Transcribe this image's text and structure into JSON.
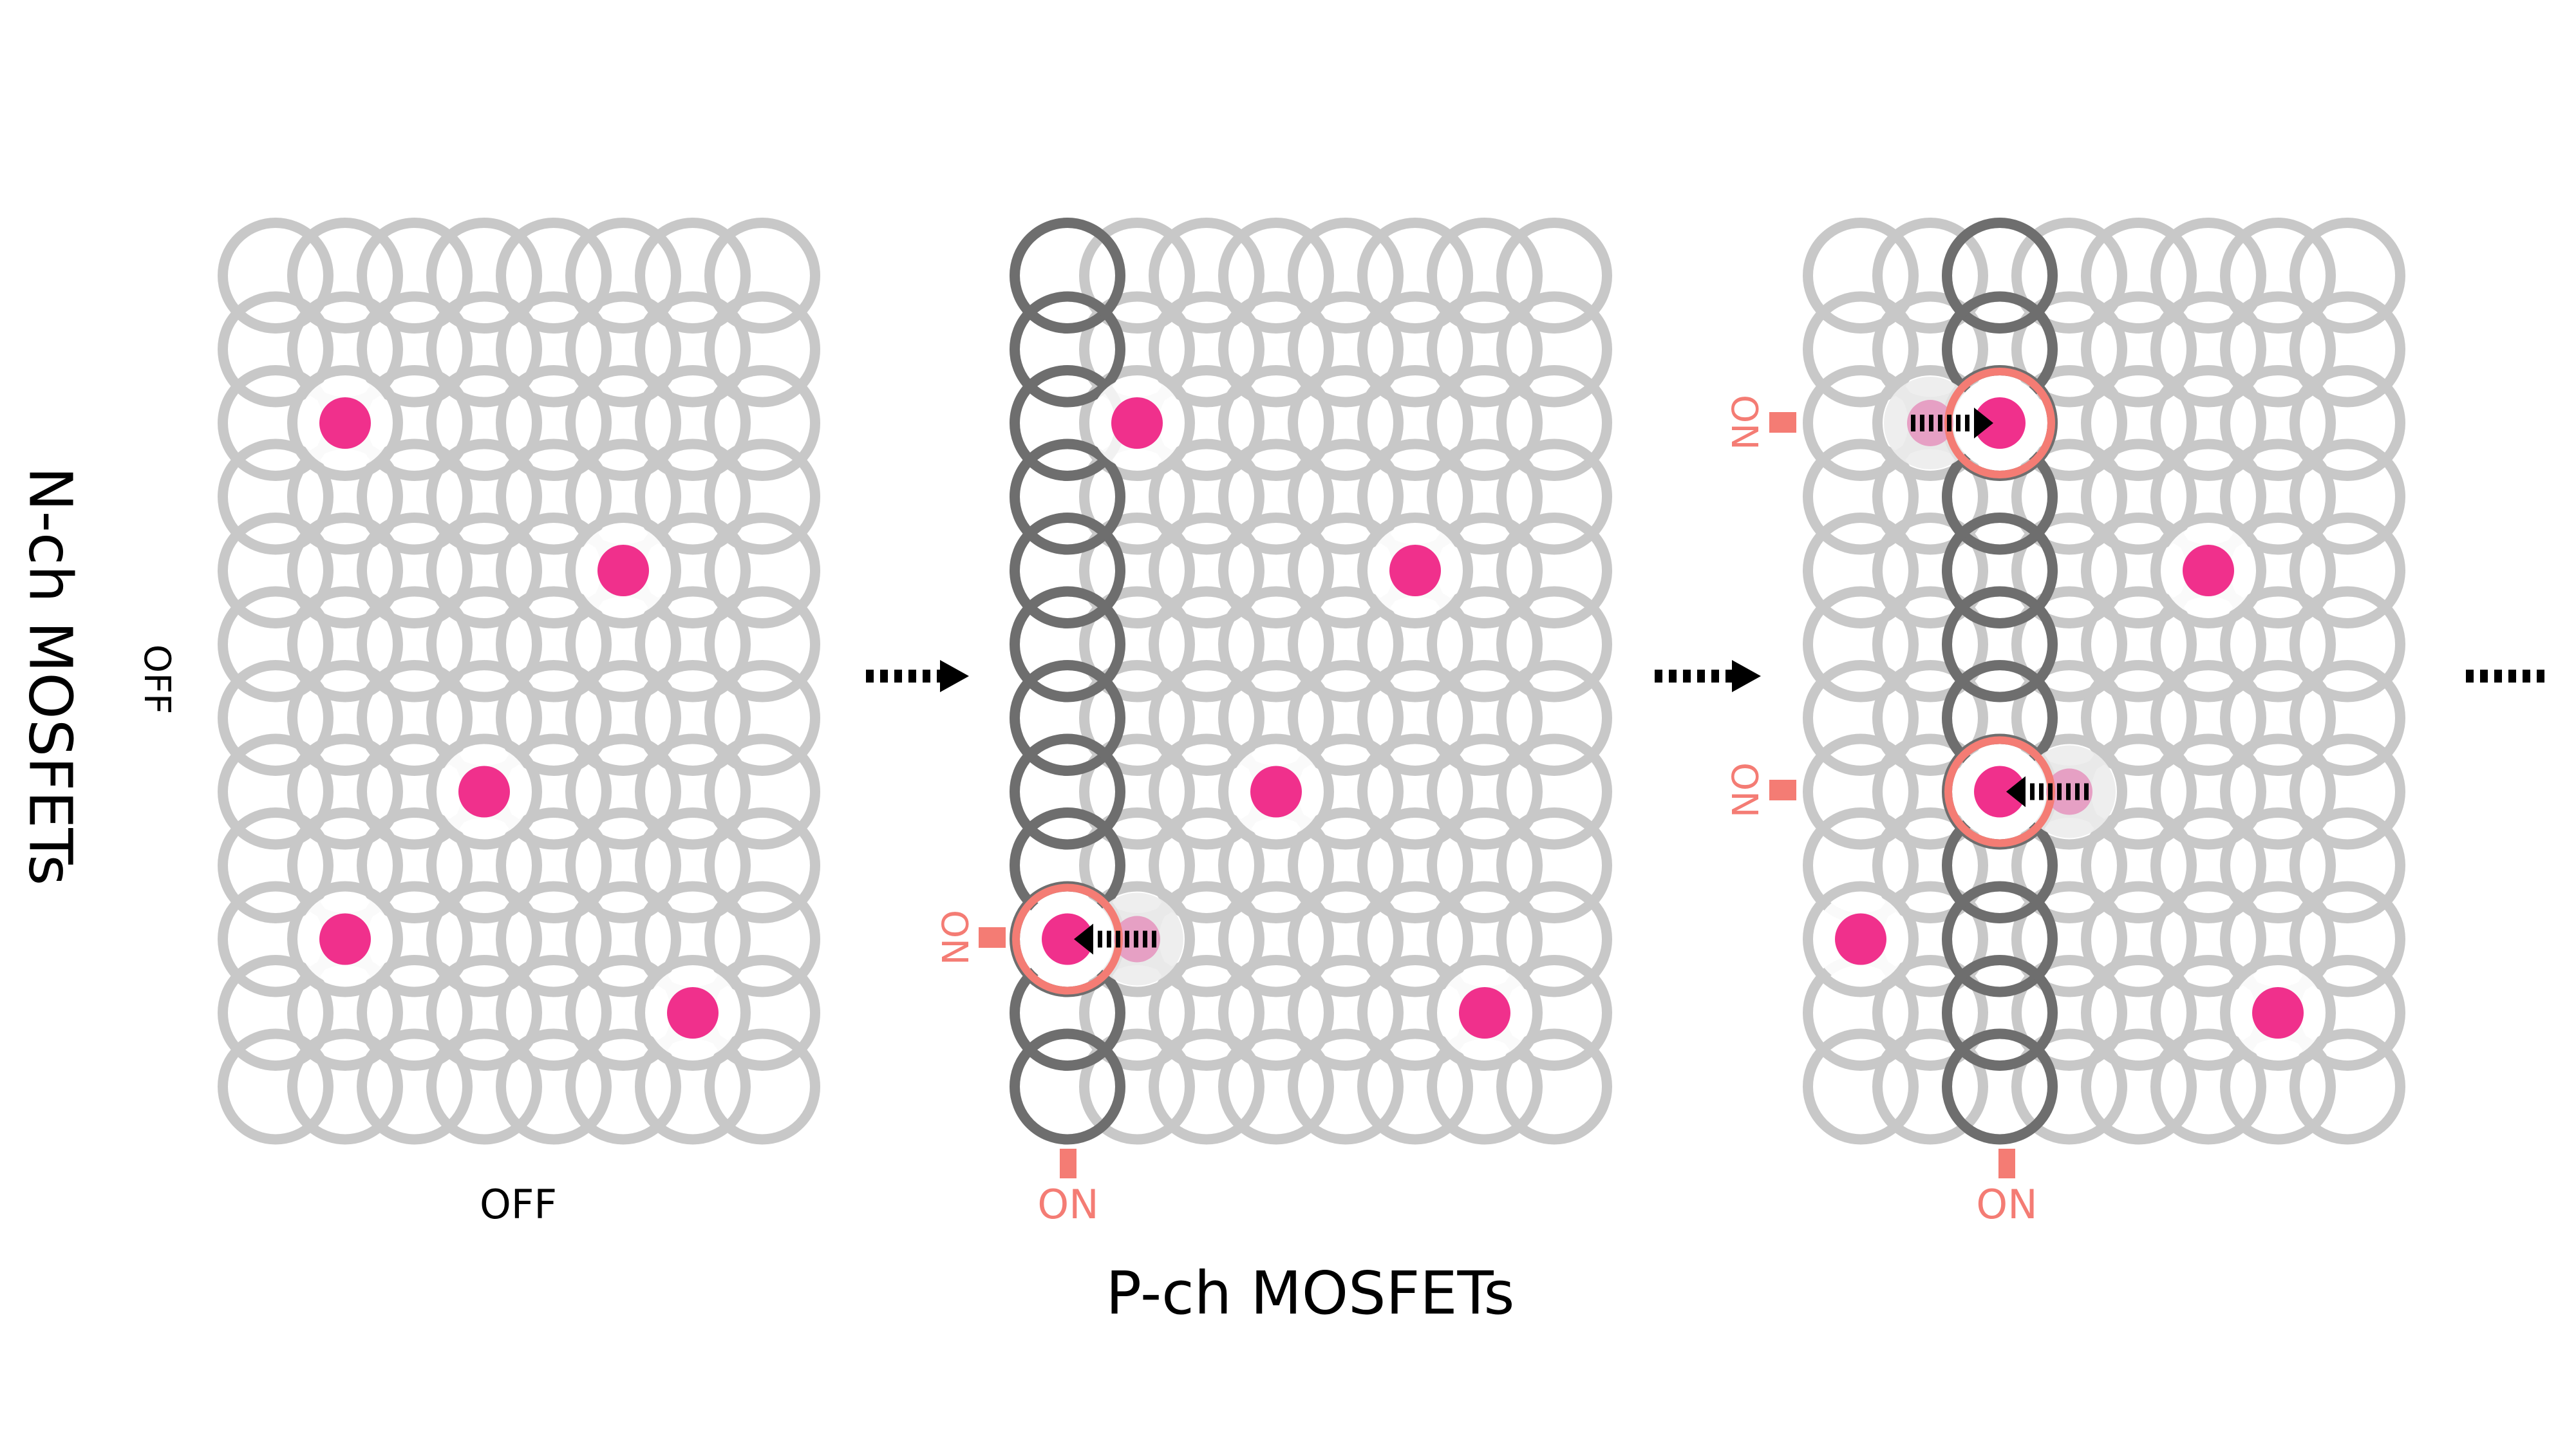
{
  "labels": {
    "nch_axis": "N-ch MOSFETs",
    "pch_axis": "P-ch MOSFETs",
    "off_left": "OFF",
    "off_bottom": "OFF",
    "on_bottom_2": "ON",
    "on_bottom_3": "ON",
    "on_left_2": "ON",
    "on_left_3a": "ON",
    "on_left_3b": "ON"
  },
  "grid": {
    "columns": 8,
    "rows": 12
  },
  "panels": [
    {
      "active_column": null,
      "dots": [
        [
          1,
          2
        ],
        [
          5,
          4
        ],
        [
          3,
          7
        ],
        [
          1,
          9
        ],
        [
          6,
          10
        ]
      ],
      "active_cells": []
    },
    {
      "active_column": 0,
      "dots": [
        [
          1,
          2
        ],
        [
          5,
          4
        ],
        [
          3,
          7
        ],
        [
          6,
          10
        ]
      ],
      "active_cells": [
        {
          "col": 0,
          "row": 9,
          "from_col": 1
        }
      ]
    },
    {
      "active_column": 2,
      "dots": [
        [
          5,
          4
        ],
        [
          0,
          9
        ],
        [
          6,
          10
        ]
      ],
      "active_cells": [
        {
          "col": 2,
          "row": 2,
          "from_col": 1
        },
        {
          "col": 2,
          "row": 7,
          "from_col": 3
        }
      ]
    }
  ],
  "colors": {
    "grid_ring": "#c8c8c8",
    "active_ring": "#6e6e6e",
    "dot": "#f0308c",
    "ghost_dot": "#e6a0c4",
    "on_ring": "#f47c74",
    "on_label": "#f47c74",
    "text": "#000000"
  }
}
